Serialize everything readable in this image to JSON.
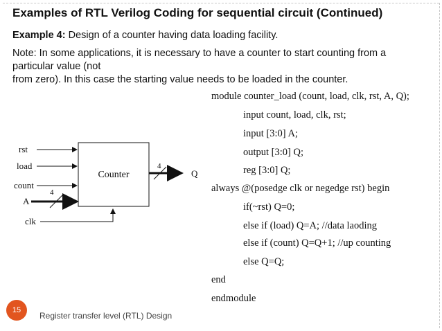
{
  "slide": {
    "title": "Examples of RTL Verilog Coding for sequential circuit (Continued)",
    "example_label": "Example 4:",
    "example_text": " Design of a counter having data loading facility.",
    "note_line1": "Note: In some applications, it is necessary to have a counter to start counting from a",
    "note_line2": "particular value (not",
    "note_line3": "from zero). In this case the starting value needs to be loaded in the counter."
  },
  "code": [
    "module counter_load (count, load, clk, rst, A, Q);",
    "input count, load, clk, rst;",
    "input [3:0] A;",
    "output [3:0] Q;",
    "reg [3:0] Q;",
    "always @(posedge clk or negedge rst) begin",
    "if(~rst) Q=0;",
    "else if (load) Q=A; //data laoding",
    "else if (count) Q=Q+1; //up counting",
    "else Q=Q;",
    "end",
    "endmodule"
  ],
  "diagram": {
    "block_label": "Counter",
    "inputs": {
      "rst": "rst",
      "load": "load",
      "count": "count",
      "a": "A",
      "clk": "clk"
    },
    "output": "Q",
    "bus_width_in": "4",
    "bus_width_out": "4"
  },
  "footer": {
    "page_number": "15",
    "text": "Register transfer level (RTL) Design"
  },
  "colors": {
    "badge": "#e2551f"
  }
}
